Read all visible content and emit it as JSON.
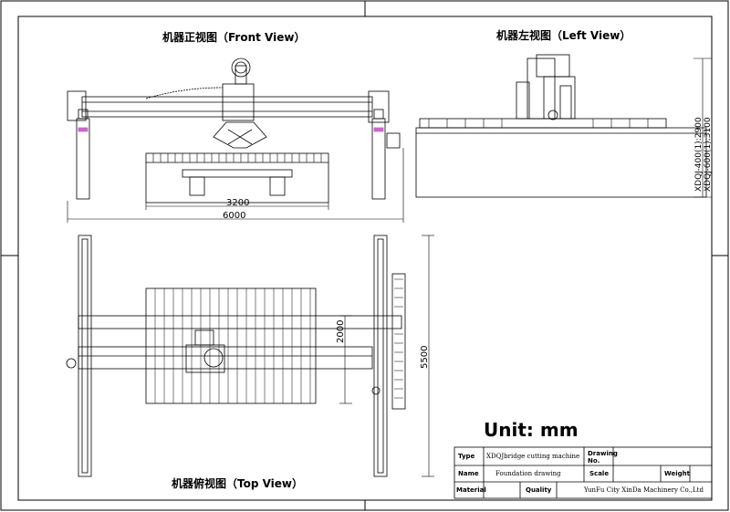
{
  "views": {
    "front_title": "机器正视图（Front View）",
    "left_title": "机器左视图（Left View）",
    "top_title": "机器俯视图（Top View）"
  },
  "dimensions": {
    "front_inner_width": "3200",
    "front_overall_width": "6000",
    "left_height_400": "XDQJ-400(1):2900",
    "left_height_600": "XDQJ-600(1):3100",
    "top_span": "2000",
    "top_length": "5500"
  },
  "unit_label": "Unit: mm",
  "title_block": {
    "type_label": "Type",
    "type_value": "XDQJbridge cutting machine",
    "drawing_no_label_1": "Drawing",
    "drawing_no_label_2": "No.",
    "name_label": "Name",
    "name_value": "Foundation drawing",
    "scale_label": "Scale",
    "weight_label": "Weight",
    "material_label": "Material",
    "quality_label": "Quality",
    "company": "YunFu City XinDa Machinery Co.,Ltd"
  },
  "colors": {
    "line": "#000000",
    "accent_pads": "#cc66cc",
    "background": "#ffffff"
  }
}
